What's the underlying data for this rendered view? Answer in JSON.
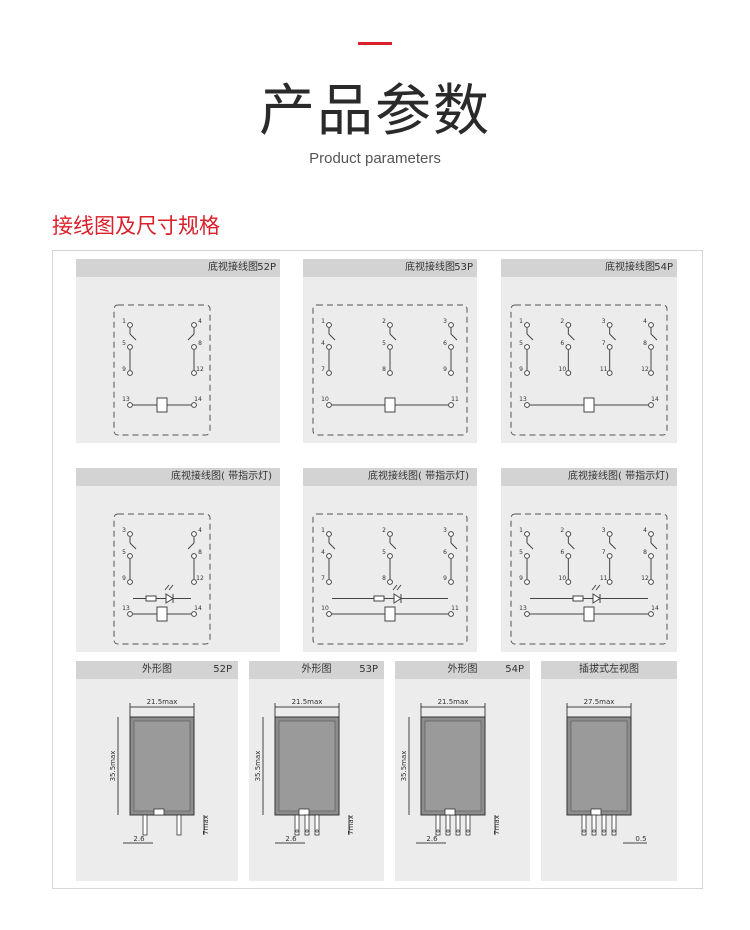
{
  "header": {
    "title": "产品参数",
    "subtitle": "Product parameters",
    "accent_color": "#d9202b"
  },
  "section": {
    "title": "接线图及尺寸规格"
  },
  "wiring_panels": [
    {
      "label": "底视接线图",
      "model": "52P",
      "pins": [
        "1",
        "4",
        "5",
        "8",
        "9",
        "12",
        "13",
        "14"
      ]
    },
    {
      "label": "底视接线图",
      "model": "53P",
      "pins": [
        "1",
        "2",
        "3",
        "4",
        "5",
        "6",
        "7",
        "8",
        "9",
        "10",
        "11"
      ]
    },
    {
      "label": "底视接线图",
      "model": "54P",
      "pins": [
        "1",
        "2",
        "3",
        "4",
        "5",
        "6",
        "7",
        "8",
        "9",
        "10",
        "11",
        "12",
        "13",
        "14"
      ]
    }
  ],
  "indicator_panels": [
    {
      "label": "底视接线图(  带指示灯)",
      "pins": [
        "3",
        "4",
        "5",
        "8",
        "9",
        "12",
        "13",
        "14"
      ]
    },
    {
      "label": "底视接线图(  带指示灯)",
      "pins": [
        "1",
        "2",
        "3",
        "4",
        "5",
        "6",
        "7",
        "8",
        "9",
        "10",
        "11"
      ]
    },
    {
      "label": "底视接线图(  带指示灯)",
      "pins": [
        "1",
        "2",
        "3",
        "4",
        "5",
        "6",
        "7",
        "8",
        "9",
        "10",
        "11",
        "12",
        "13",
        "14"
      ]
    }
  ],
  "outline_panels": [
    {
      "label": "外形图",
      "model": "52P",
      "width_dim": "21.5max",
      "height_dim": "35.5max",
      "pin_dim": "7max",
      "pitch_dim": "2.6"
    },
    {
      "label": "外形图",
      "model": "53P",
      "width_dim": "21.5max",
      "height_dim": "35.5max",
      "pin_dim": "7max",
      "pitch_dim": "2.6"
    },
    {
      "label": "外形图",
      "model": "54P",
      "width_dim": "21.5max",
      "height_dim": "35.5max",
      "pin_dim": "7max",
      "pitch_dim": "2.6"
    },
    {
      "label": "插拔式左视图",
      "model": "",
      "width_dim": "27.5max",
      "pin_dim": "0.5"
    }
  ]
}
